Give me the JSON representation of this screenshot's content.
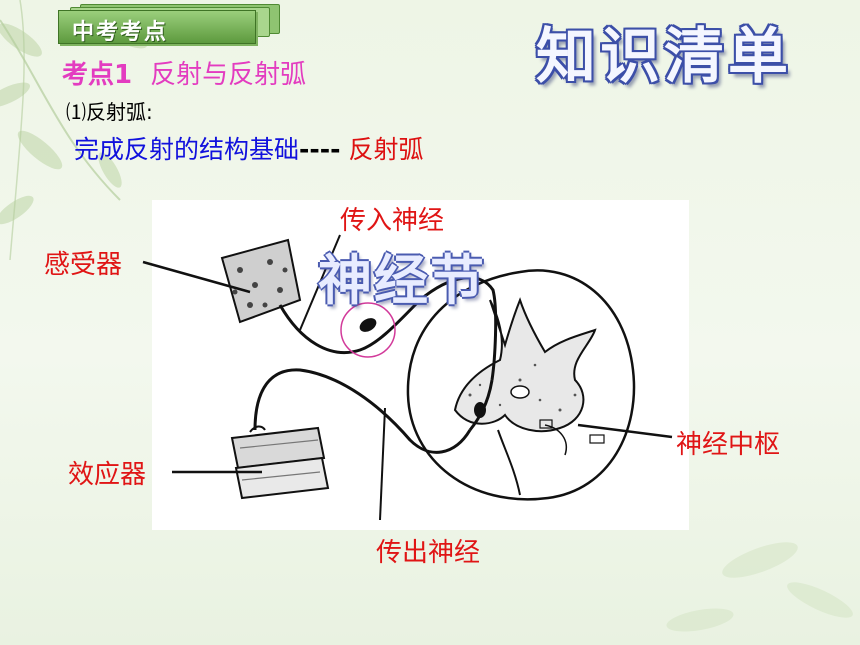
{
  "tab_label": "中考考点",
  "title_art": "知识清单",
  "heading": {
    "num": "考点1",
    "text": "反射与反射弧"
  },
  "subheading": "⑴反射弧:",
  "definition": {
    "part1": "完成反射的结构基础",
    "dash": "----",
    "part2": "反射弧"
  },
  "labels": {
    "afferent": "传入神经",
    "receptor": "感受器",
    "ganglion": "神经节",
    "center": "神经中枢",
    "effector": "效应器",
    "efferent": "传出神经"
  },
  "colors": {
    "accent_red": "#e01515",
    "heading_pink": "#e33cc0",
    "definition_blue": "#1111dd",
    "title_outline": "#3c4fa8",
    "tab_green": "#5d9a3e"
  }
}
